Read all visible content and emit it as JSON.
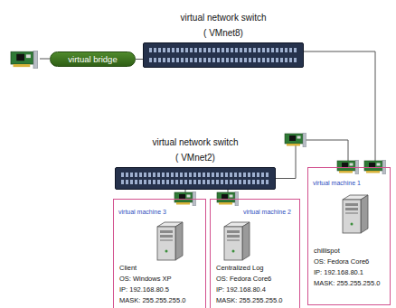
{
  "diagram": {
    "nodes": [
      {
        "text": [
          "virtual network switch",
          "( VMnet8)"
        ]
      },
      {
        "text": [
          "virtual bridge"
        ]
      },
      {
        "text": [
          "virtual network switch",
          "( VMnet2)"
        ]
      },
      {
        "text": [
          "virtual machine 1",
          "chillispot",
          "OS: Fedora Core6",
          "IP: 192.168.80.1",
          "MASK: 255.255.255.0"
        ]
      },
      {
        "text": [
          "virtual machine 3",
          "Client",
          "OS: Windows XP",
          "IP: 192.168.80.5",
          "MASK: 255.255.255.0"
        ]
      },
      {
        "text": [
          "virtual machine 2",
          "Centralized Log",
          "OS: Fedora Core6",
          "IP: 192.168.80.4",
          "MASK: 255.255.255.0"
        ]
      }
    ],
    "edges": [
      {
        "from": 1,
        "to": 0,
        "arrow": "none"
      },
      {
        "from": 0,
        "to": 3,
        "arrow": "none"
      },
      {
        "from": 2,
        "to": 3,
        "arrow": "none"
      },
      {
        "from": 2,
        "to": 4,
        "arrow": "none"
      },
      {
        "from": 2,
        "to": 5,
        "arrow": "none"
      }
    ]
  }
}
